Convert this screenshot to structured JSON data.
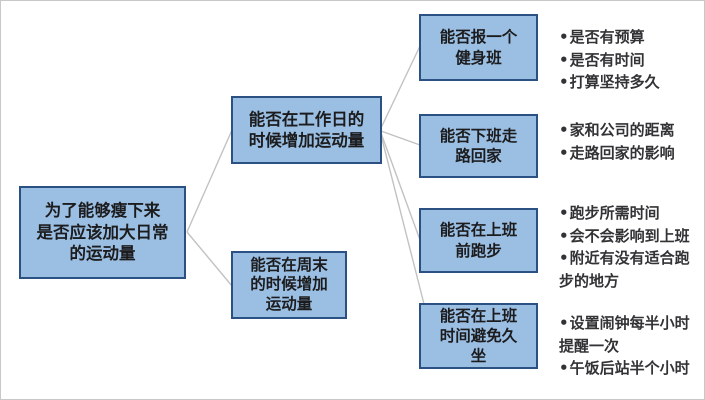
{
  "diagram": {
    "root": {
      "label": "为了能够瘦下来\n是否应该加大日常\n的运动量"
    },
    "level2": [
      {
        "label": "能否在工作日的\n时候增加运动量"
      },
      {
        "label": "能否在周末\n的时候增加\n运动量"
      }
    ],
    "level3": [
      {
        "label": "能否报一个\n健身班"
      },
      {
        "label": "能否下班走\n路回家"
      },
      {
        "label": "能否在上班\n前跑步"
      },
      {
        "label": "能否在上班\n时间避免久\n坐"
      }
    ],
    "notes": [
      {
        "items": [
          "是否有预算",
          "是否有时间",
          "打算坚持多久"
        ]
      },
      {
        "items": [
          "家和公司的距离",
          "走路回家的影响"
        ]
      },
      {
        "items": [
          "跑步所需时间",
          "会不会影响到上班",
          "附近有没有适合跑步的地方"
        ]
      },
      {
        "items": [
          "设置闹钟每半小时提醒一次",
          "午饭后站半个小时"
        ]
      }
    ],
    "colors": {
      "node_fill": "#9abfe3",
      "node_border": "#2a5181",
      "node_text": "#1c1c1e",
      "note_text": "#333336",
      "connector": "#c2c2c2",
      "frame_border": "#c8c8c8"
    }
  }
}
